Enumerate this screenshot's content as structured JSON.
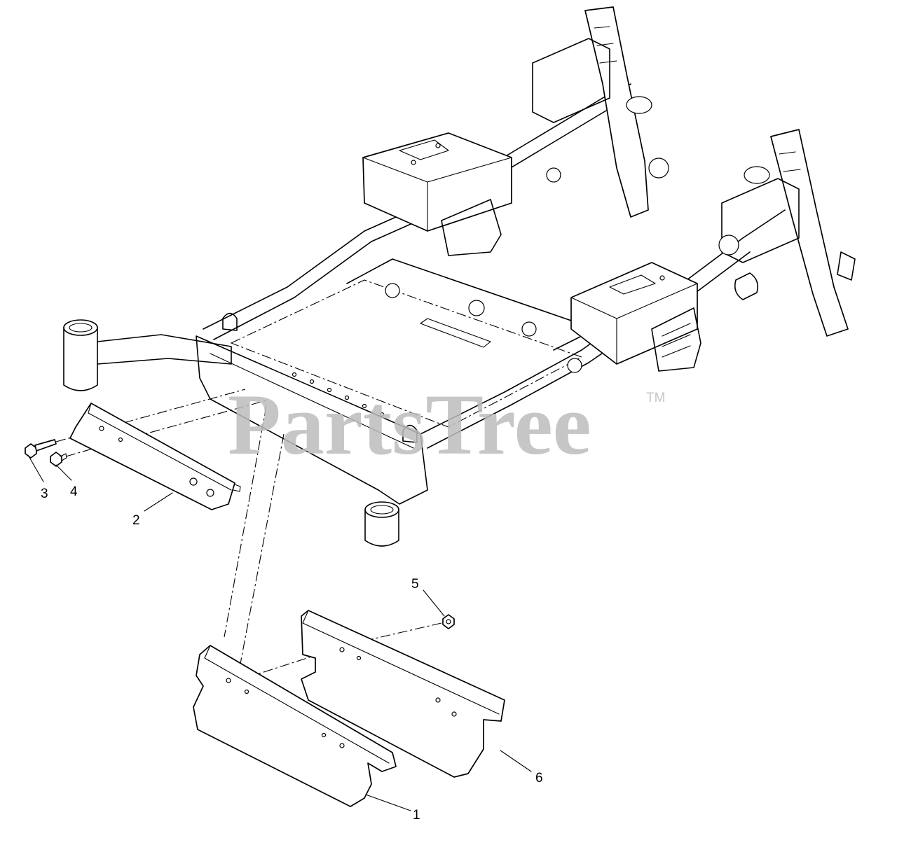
{
  "watermark": {
    "brand": "PartsTree",
    "trademark": "TM"
  },
  "callouts": [
    {
      "label": "1",
      "part": "front weight plate"
    },
    {
      "label": "2",
      "part": "weight mounting bracket"
    },
    {
      "label": "3",
      "part": "bolt"
    },
    {
      "label": "4",
      "part": "flange nut"
    },
    {
      "label": "5",
      "part": "nut"
    },
    {
      "label": "6",
      "part": "rear weight plate"
    }
  ],
  "colors": {
    "line": "#000000",
    "watermark": "#bdbdbd",
    "background": "#ffffff"
  }
}
